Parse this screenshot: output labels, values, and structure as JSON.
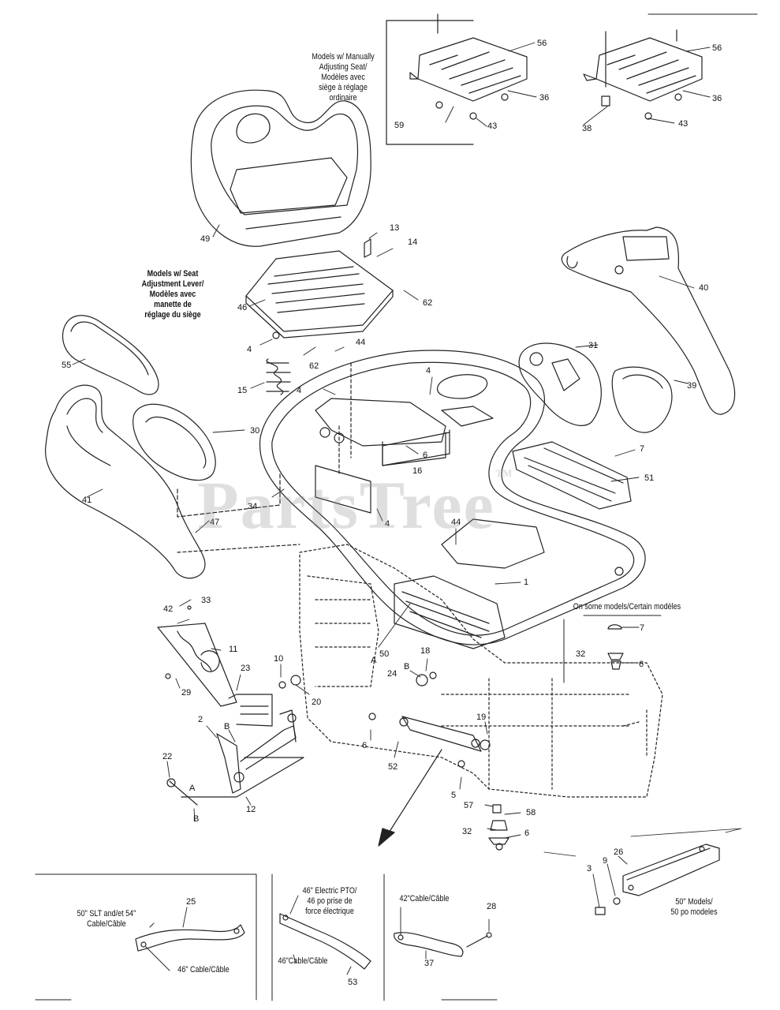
{
  "watermark": "PartsTree",
  "notes": {
    "manual_seat": "Models w/ Manually\nAdjusting Seat/\nModèles avec\nsiège à réglage\nordinaire",
    "seat_lever": "Models w/ Seat\nAdjustment Lever/\nModèles avec\nmanette de\nréglage du siège",
    "some_models": "On some models/Certain modèles",
    "models_50": "50\" Models/\n50 po modeles",
    "cable_50": "50\" SLT and/et 54\"\nCable/Câble",
    "cable_46a": "46\" Cable/Câble",
    "pto_46": "46\" Electric PTO/\n46 po prise de\nforce électrique",
    "cable_46b": "46\"Cable/Câble",
    "cable_42": "42\"Cable/Câble"
  },
  "parts": [
    {
      "id": "p56a",
      "label": "56"
    },
    {
      "id": "p36a",
      "label": "36"
    },
    {
      "id": "p59",
      "label": "59"
    },
    {
      "id": "p43a",
      "label": "43"
    },
    {
      "id": "p56b",
      "label": "56"
    },
    {
      "id": "p36b",
      "label": "36"
    },
    {
      "id": "p38",
      "label": "38"
    },
    {
      "id": "p43b",
      "label": "43"
    },
    {
      "id": "p49",
      "label": "49"
    },
    {
      "id": "p13",
      "label": "13"
    },
    {
      "id": "p14",
      "label": "14"
    },
    {
      "id": "p46",
      "label": "46"
    },
    {
      "id": "p62a",
      "label": "62"
    },
    {
      "id": "p4a",
      "label": "4"
    },
    {
      "id": "p62b",
      "label": "62"
    },
    {
      "id": "p44a",
      "label": "44"
    },
    {
      "id": "p40",
      "label": "40"
    },
    {
      "id": "p55",
      "label": "55"
    },
    {
      "id": "p15",
      "label": "15"
    },
    {
      "id": "p4b",
      "label": "4"
    },
    {
      "id": "p4c",
      "label": "4"
    },
    {
      "id": "p31",
      "label": "31"
    },
    {
      "id": "p39",
      "label": "39"
    },
    {
      "id": "p30",
      "label": "30"
    },
    {
      "id": "p6a",
      "label": "6"
    },
    {
      "id": "p16",
      "label": "16"
    },
    {
      "id": "p7a",
      "label": "7"
    },
    {
      "id": "p41",
      "label": "41"
    },
    {
      "id": "p34",
      "label": "34"
    },
    {
      "id": "p4d",
      "label": "4"
    },
    {
      "id": "p51",
      "label": "51"
    },
    {
      "id": "p47",
      "label": "47"
    },
    {
      "id": "p44b",
      "label": "44"
    },
    {
      "id": "p1",
      "label": "1"
    },
    {
      "id": "p42",
      "label": "42"
    },
    {
      "id": "p33",
      "label": "33"
    },
    {
      "id": "p50",
      "label": "50"
    },
    {
      "id": "p7b",
      "label": "7"
    },
    {
      "id": "p11",
      "label": "11"
    },
    {
      "id": "p10",
      "label": "10"
    },
    {
      "id": "p18",
      "label": "18"
    },
    {
      "id": "p32a",
      "label": "32"
    },
    {
      "id": "p6b",
      "label": "6"
    },
    {
      "id": "p23",
      "label": "23"
    },
    {
      "id": "pB1",
      "label": "B"
    },
    {
      "id": "p24",
      "label": "24"
    },
    {
      "id": "p29",
      "label": "29"
    },
    {
      "id": "p20",
      "label": "20"
    },
    {
      "id": "pA1",
      "label": "A"
    },
    {
      "id": "p19",
      "label": "19"
    },
    {
      "id": "p2",
      "label": "2"
    },
    {
      "id": "pB2",
      "label": "B"
    },
    {
      "id": "p6c",
      "label": "6"
    },
    {
      "id": "p22",
      "label": "22"
    },
    {
      "id": "p52",
      "label": "52"
    },
    {
      "id": "p5",
      "label": "5"
    },
    {
      "id": "pA2",
      "label": "A"
    },
    {
      "id": "p12",
      "label": "12"
    },
    {
      "id": "pB3",
      "label": "B"
    },
    {
      "id": "p57",
      "label": "57"
    },
    {
      "id": "p58",
      "label": "58"
    },
    {
      "id": "p32b",
      "label": "32"
    },
    {
      "id": "p6d",
      "label": "6"
    },
    {
      "id": "p26",
      "label": "26"
    },
    {
      "id": "p3",
      "label": "3"
    },
    {
      "id": "p9",
      "label": "9"
    },
    {
      "id": "p25",
      "label": "25"
    },
    {
      "id": "p28",
      "label": "28"
    },
    {
      "id": "p37",
      "label": "37"
    },
    {
      "id": "p53",
      "label": "53"
    },
    {
      "id": "pA3",
      "label": "A"
    }
  ]
}
